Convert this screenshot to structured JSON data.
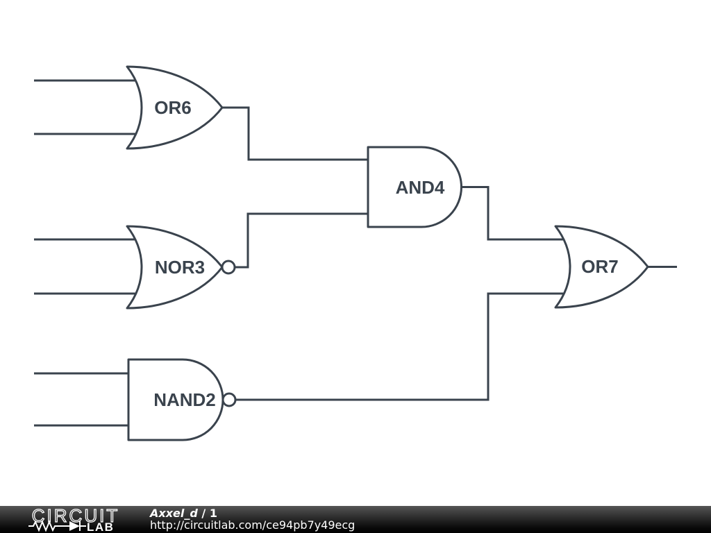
{
  "diagram": {
    "background": "#ffffff",
    "stroke_color": "#3a434d",
    "gates": [
      {
        "label": "OR6",
        "type": "OR"
      },
      {
        "label": "NOR3",
        "type": "NOR"
      },
      {
        "label": "NAND2",
        "type": "NAND"
      },
      {
        "label": "AND4",
        "type": "AND"
      },
      {
        "label": "OR7",
        "type": "OR"
      }
    ],
    "connections": [
      "OR6.out -> AND4.in1",
      "NOR3.out -> AND4.in2",
      "AND4.out -> OR7.in1",
      "NAND2.out -> OR7.in2",
      "OR7.out -> output"
    ]
  },
  "footer": {
    "logo_line1": "CIRCUIT",
    "logo_line2": "LAB",
    "title": "Axxel_d",
    "separator": "/",
    "page": "1",
    "url": "http://circuitlab.com/ce94pb7y49ecg",
    "bar_top_color": "#555555",
    "bar_bottom_color": "#000000",
    "text_color": "#ffffff"
  }
}
